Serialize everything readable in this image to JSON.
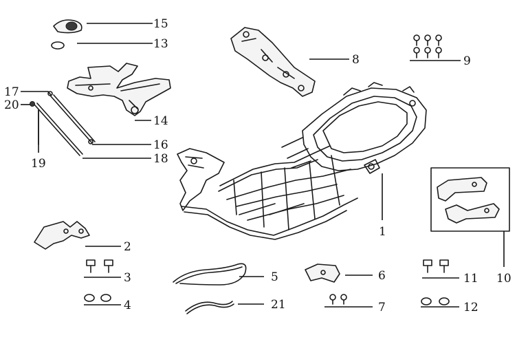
{
  "colors": {
    "line": "#1a1a1a",
    "background": "#ffffff"
  },
  "callouts": [
    {
      "id": "1",
      "label": "1"
    },
    {
      "id": "2",
      "label": "2"
    },
    {
      "id": "3",
      "label": "3"
    },
    {
      "id": "4",
      "label": "4"
    },
    {
      "id": "5",
      "label": "5"
    },
    {
      "id": "6",
      "label": "6"
    },
    {
      "id": "7",
      "label": "7"
    },
    {
      "id": "8",
      "label": "8"
    },
    {
      "id": "9",
      "label": "9"
    },
    {
      "id": "10",
      "label": "10"
    },
    {
      "id": "11",
      "label": "11"
    },
    {
      "id": "12",
      "label": "12"
    },
    {
      "id": "13",
      "label": "13"
    },
    {
      "id": "14",
      "label": "14"
    },
    {
      "id": "15",
      "label": "15"
    },
    {
      "id": "16",
      "label": "16"
    },
    {
      "id": "17",
      "label": "17"
    },
    {
      "id": "18",
      "label": "18"
    },
    {
      "id": "19",
      "label": "19"
    },
    {
      "id": "20",
      "label": "20"
    },
    {
      "id": "21",
      "label": "21"
    }
  ]
}
